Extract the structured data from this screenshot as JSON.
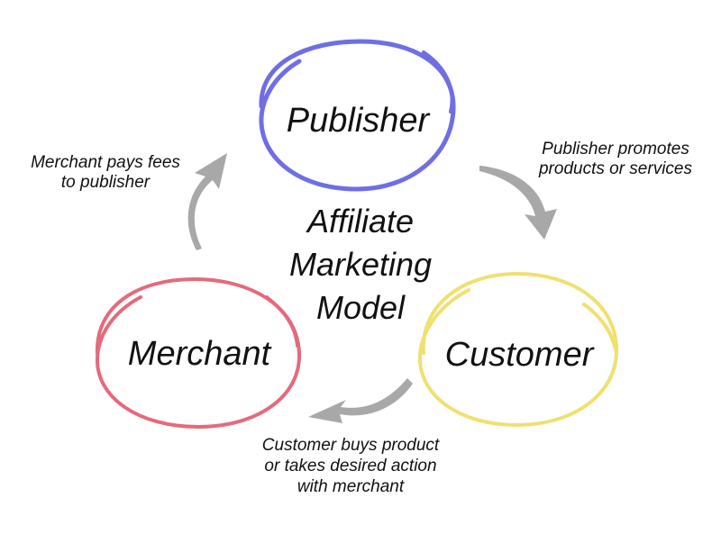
{
  "title": {
    "line1": "Affiliate",
    "line2": "Marketing",
    "line3": "Model"
  },
  "nodes": {
    "publisher": {
      "label": "Publisher",
      "color": "#6f6fe3"
    },
    "customer": {
      "label": "Customer",
      "color": "#f0e070"
    },
    "merchant": {
      "label": "Merchant",
      "color": "#e46a7c"
    }
  },
  "captions": {
    "publisher_to_customer": {
      "line1": "Publisher promotes",
      "line2": "products or services"
    },
    "customer_to_merchant": {
      "line1": "Customer buys product",
      "line2": "or takes desired action",
      "line3": "with merchant"
    },
    "merchant_to_publisher": {
      "line1": "Merchant pays fees",
      "line2": "to publisher"
    }
  },
  "arrow_color": "#a8a8a8"
}
